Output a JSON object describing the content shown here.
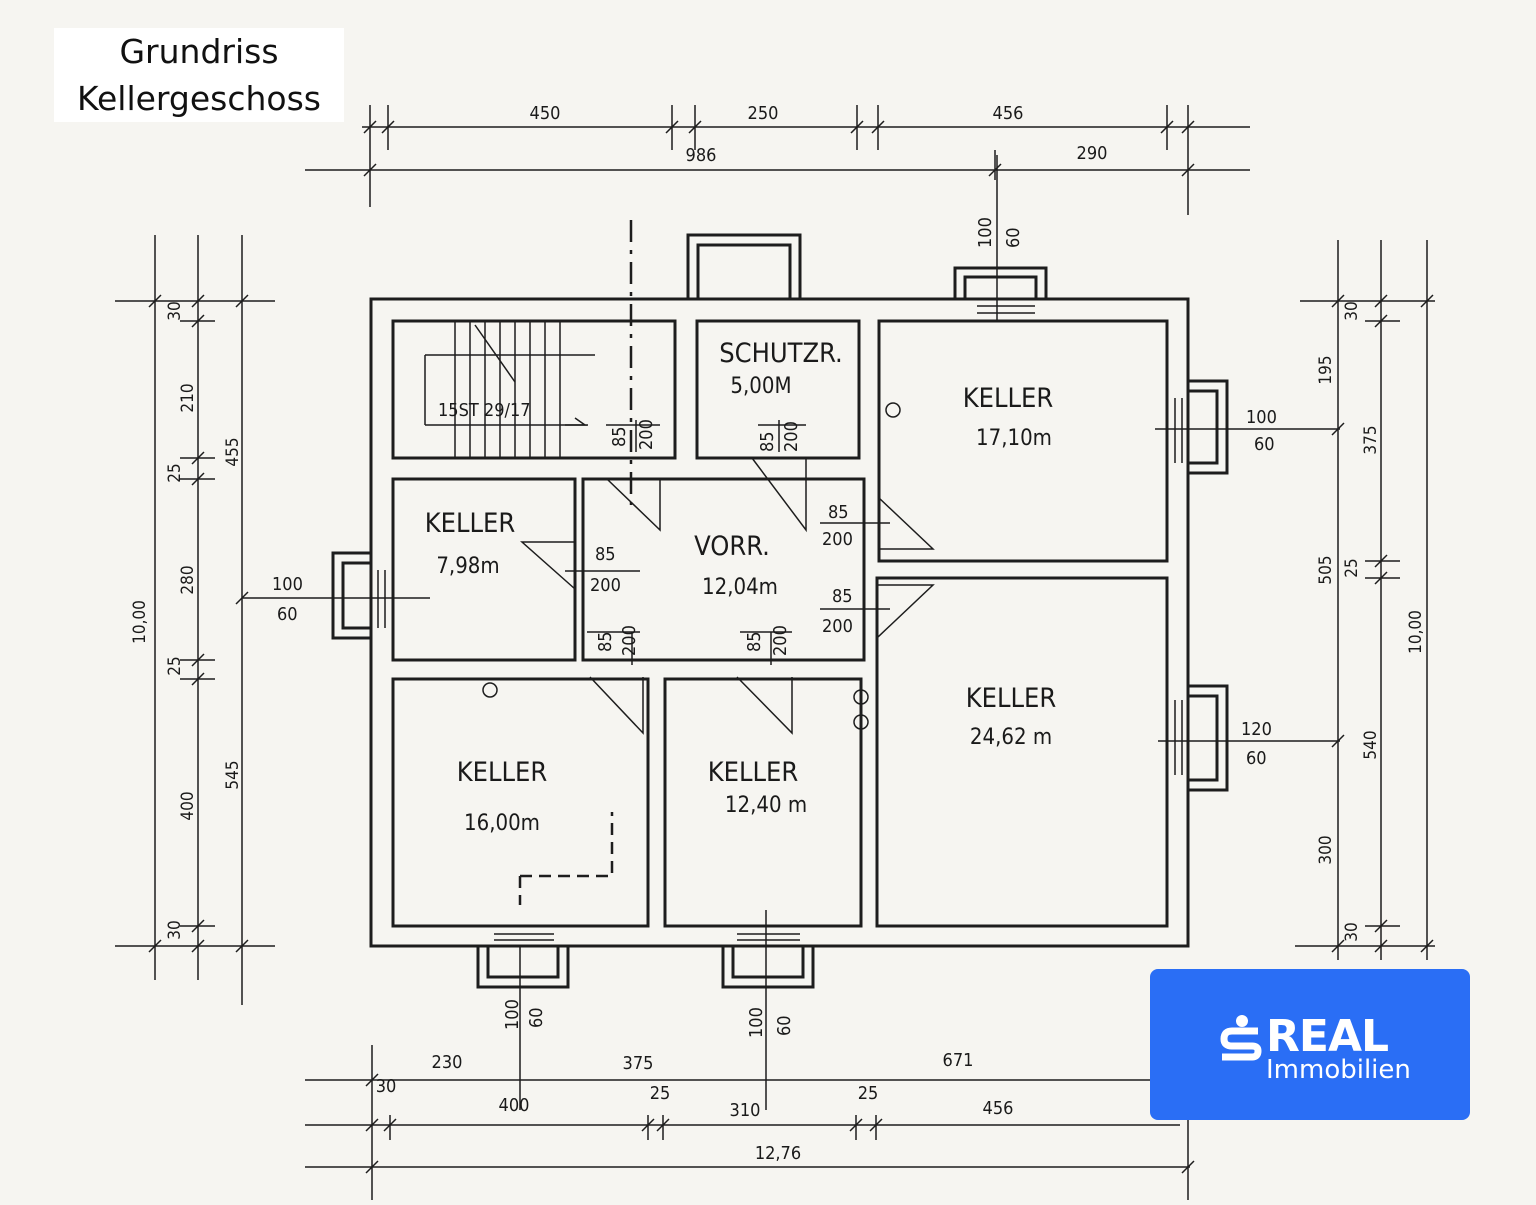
{
  "title": {
    "line1": "Grundriss",
    "line2": "Kellergeschoss"
  },
  "rooms": [
    {
      "name": "KELLER",
      "area": "7,98m"
    },
    {
      "name": "VORR.",
      "area": "12,04m"
    },
    {
      "name": "SCHUTZR.",
      "area": "5,00M"
    },
    {
      "name": "KELLER",
      "area": "17,10m"
    },
    {
      "name": "KELLER",
      "area": "24,62 m"
    },
    {
      "name": "KELLER",
      "area": "16,00m"
    },
    {
      "name": "KELLER",
      "area": "12,40 m"
    }
  ],
  "stair_label": "15ST 29/17",
  "door_sizes": {
    "width": "85",
    "height": "200"
  },
  "window_sizes": [
    {
      "width": "100",
      "sill": "60"
    },
    {
      "width": "120",
      "sill": "60"
    }
  ],
  "dims_top": {
    "a": "450",
    "b": "250",
    "c": "456",
    "d": "986",
    "e": "290"
  },
  "dims_bottom": {
    "a": "230",
    "b": "375",
    "c": "671",
    "d": "30",
    "e": "400",
    "f": "25",
    "g": "310",
    "h": "25",
    "i": "456",
    "total": "12,76"
  },
  "dims_left": {
    "a": "30",
    "b": "210",
    "c": "25",
    "d": "280",
    "e": "25",
    "f": "400",
    "g": "30",
    "h": "455",
    "i": "545",
    "total": "10,00"
  },
  "dims_right": {
    "a": "30",
    "b": "195",
    "c": "375",
    "d": "505",
    "e": "25",
    "f": "540",
    "g": "300",
    "h": "30",
    "total": "10,00"
  },
  "logo": {
    "brand": "REAL",
    "sub": "Immobilien",
    "color": "#2a6ef5"
  }
}
